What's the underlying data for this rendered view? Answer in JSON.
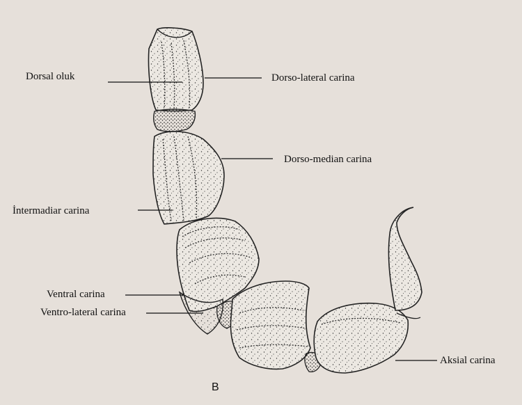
{
  "labels": {
    "dorsal_oluk": "Dorsal oluk",
    "dorso_lateral": "Dorso-lateral carina",
    "dorso_median": "Dorso-median carina",
    "intermadiar": "İntermadiar carina",
    "ventral": "Ventral carina",
    "ventro_lateral": "Ventro-lateral carina",
    "aksial": "Aksial carina"
  },
  "panel_letter": "B",
  "colors": {
    "background": "#e6e0da",
    "ink": "#111111",
    "segment_fill": "#ece8e2"
  }
}
